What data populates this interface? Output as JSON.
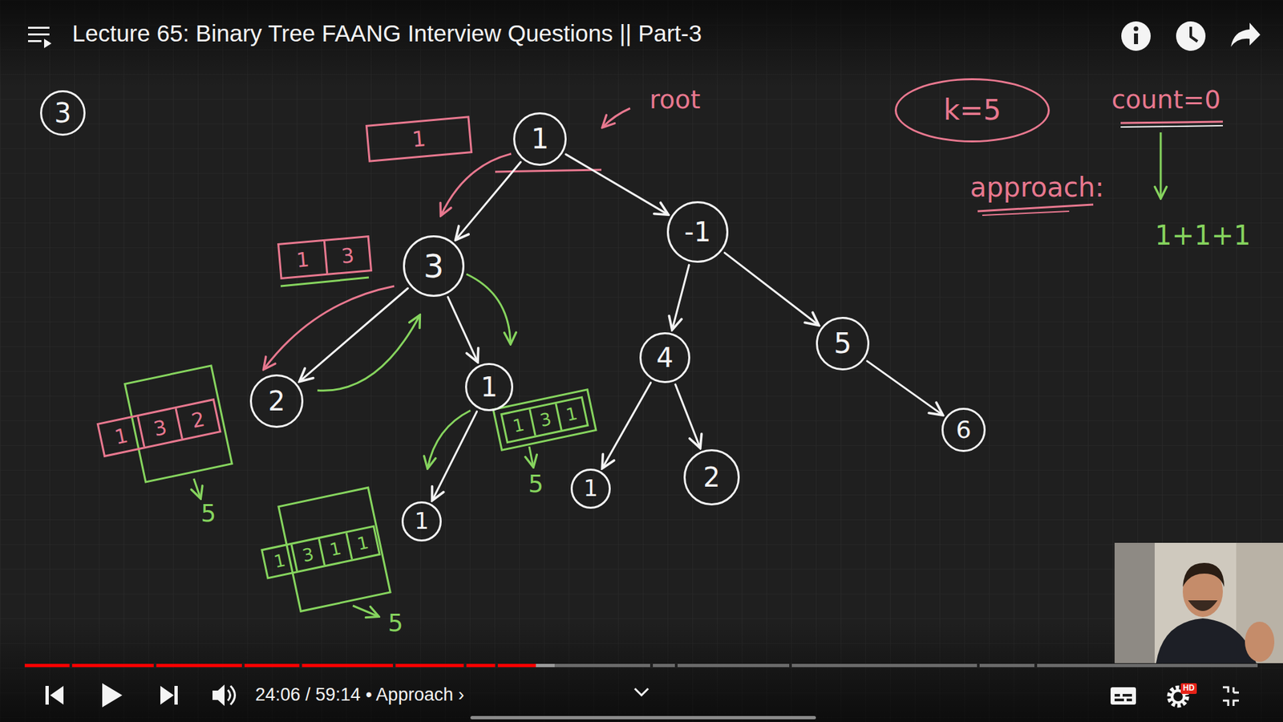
{
  "diagram": {
    "title": "Lecture 65: Binary Tree FAANG Interview Questions || Part-3",
    "nodes": [
      {
        "text": [
          "3"
        ]
      },
      {
        "text": [
          "k=5"
        ]
      },
      {
        "text": [
          "1"
        ]
      },
      {
        "text": [
          "1"
        ]
      },
      {
        "text": [
          "-1"
        ]
      },
      {
        "text": [
          "1",
          "3"
        ]
      },
      {
        "text": [
          "3"
        ]
      },
      {
        "text": [
          "5"
        ]
      },
      {
        "text": [
          "4"
        ]
      },
      {
        "text": [
          "2"
        ]
      },
      {
        "text": [
          "1"
        ]
      },
      {
        "text": [
          "1",
          "3",
          "2"
        ]
      },
      {
        "text": [
          "1",
          "3",
          "1"
        ]
      },
      {
        "text": [
          "6"
        ]
      },
      {
        "text": [
          "2"
        ]
      },
      {
        "text": [
          "1"
        ]
      },
      {
        "text": [
          "1"
        ]
      },
      {
        "text": [
          "1",
          "3",
          "1",
          "1"
        ]
      }
    ],
    "edges": [
      {
        "from": 3,
        "to": 6,
        "arrow": "to"
      },
      {
        "from": 3,
        "to": 4,
        "arrow": "to"
      },
      {
        "from": 6,
        "to": 9,
        "arrow": "to"
      },
      {
        "from": 6,
        "to": 10,
        "arrow": "to"
      },
      {
        "from": 10,
        "to": 16,
        "arrow": "to"
      },
      {
        "from": 4,
        "to": 8,
        "arrow": "to"
      },
      {
        "from": 4,
        "to": 7,
        "arrow": "to"
      },
      {
        "from": 8,
        "to": 15,
        "arrow": "to"
      },
      {
        "from": 8,
        "to": 14,
        "arrow": "to"
      },
      {
        "from": 7,
        "to": 13,
        "arrow": "to"
      }
    ],
    "labels": [
      "root",
      "count=0",
      "approach:",
      "1+1+1",
      "5",
      "5",
      "5",
      "24:06 / 59:14 • Approach ›",
      "HD"
    ]
  }
}
